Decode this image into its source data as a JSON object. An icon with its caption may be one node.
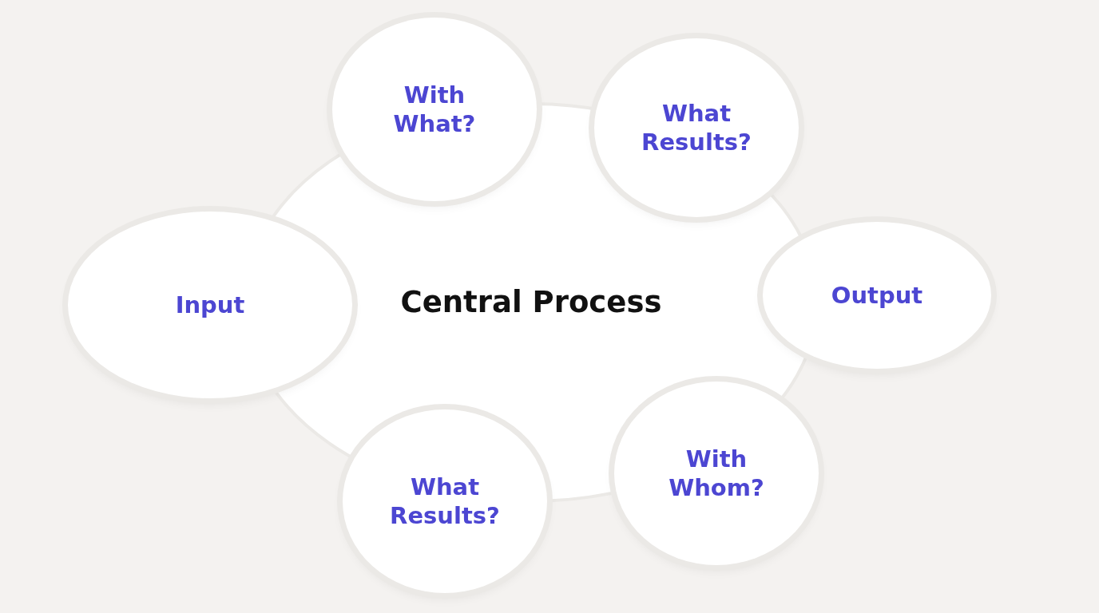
{
  "diagram": {
    "nodes": [
      {
        "text": [
          "With What?"
        ]
      },
      {
        "text": [
          "What Results?"
        ]
      },
      {
        "text": [
          "Central Process"
        ]
      },
      {
        "text": [
          "Input"
        ]
      },
      {
        "text": [
          "Output"
        ]
      },
      {
        "text": [
          "What Results?"
        ]
      },
      {
        "text": [
          "With Whom?"
        ]
      }
    ]
  }
}
